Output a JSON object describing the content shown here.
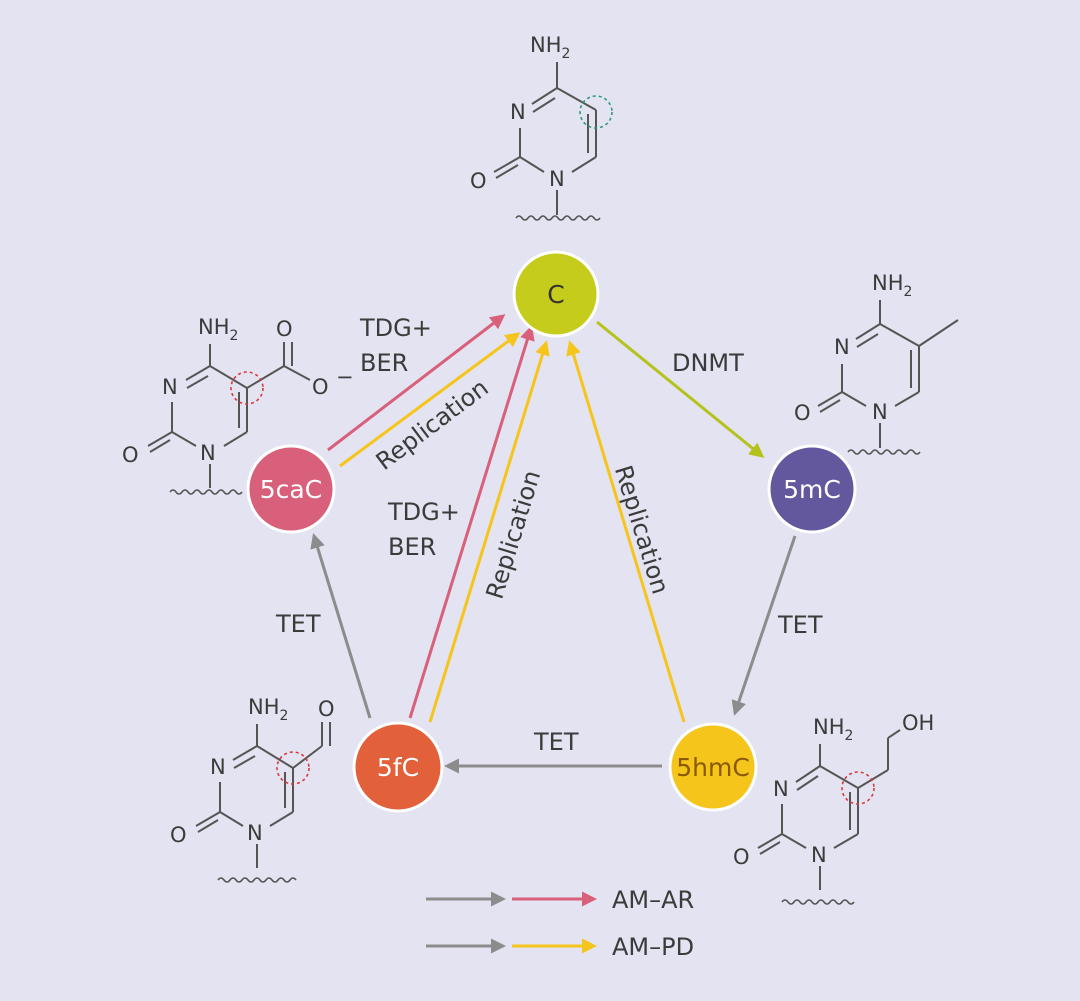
{
  "nodes": {
    "c": {
      "label": "C",
      "color": "#c6cc1c",
      "text_color": "#333333"
    },
    "mc5": {
      "label": "5mC",
      "color": "#63579e",
      "text_color": "#ffffff"
    },
    "hmc5": {
      "label": "5hmC",
      "color": "#f6c51c",
      "text_color": "#8a5a00"
    },
    "fc5": {
      "label": "5fC",
      "color": "#e2603a",
      "text_color": "#ffffff"
    },
    "cac5": {
      "label": "5caC",
      "color": "#d9607a",
      "text_color": "#ffffff"
    }
  },
  "edges": {
    "dnmt": "DNMT",
    "tet_mc_hmc": "TET",
    "tet_hmc_fc": "TET",
    "tet_fc_cac": "TET",
    "tdg_ber_1_line1": "TDG+",
    "tdg_ber_1_line2": "BER",
    "tdg_ber_2_line1": "TDG+",
    "tdg_ber_2_line2": "BER",
    "replication_cac": "Replication",
    "replication_fc": "Replication",
    "replication_hmc": "Replication"
  },
  "atoms": {
    "n": "N",
    "o": "O",
    "nh": "NH",
    "nh_sub": "2",
    "oh": "OH",
    "charge": "−"
  },
  "legend": [
    {
      "label": "AM–AR"
    },
    {
      "label": "AM–PD"
    }
  ],
  "colors": {
    "background": "#e3e3f1",
    "gray_arrow": "#8c8c8c",
    "pink_arrow": "#d9607a",
    "yellow_arrow": "#f6c51c",
    "green_arrow": "#b5c21b",
    "text": "#3b3b3b",
    "circle_mark_green": "#2a9a7c",
    "circle_mark_red": "#d63a3a"
  }
}
